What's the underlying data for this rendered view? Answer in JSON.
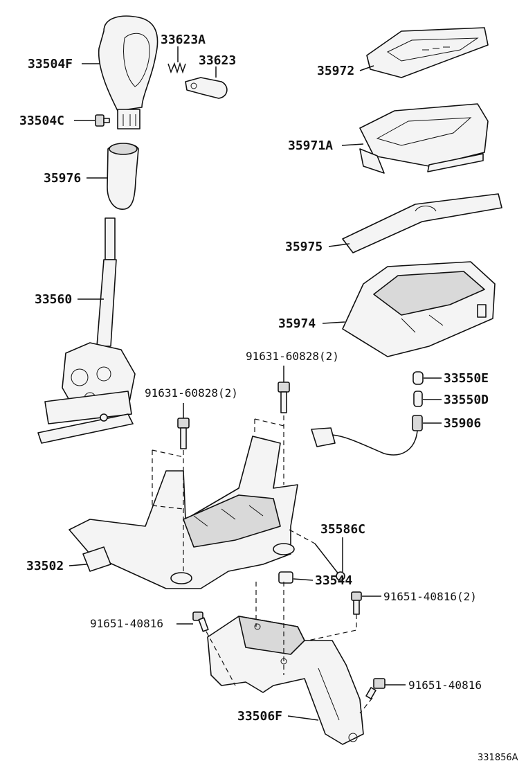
{
  "labels": {
    "l33504F": "33504F",
    "l33623A": "33623A",
    "l33623": "33623",
    "l33504C": "33504C",
    "l35972": "35972",
    "l35971A": "35971A",
    "l35976": "35976",
    "l35975": "35975",
    "l33560": "33560",
    "l35974": "35974",
    "l91631a": "91631-60828(2)",
    "l91631b": "91631-60828(2)",
    "l33550E": "33550E",
    "l33550D": "33550D",
    "l35906": "35906",
    "l35586C": "35586C",
    "l33502": "33502",
    "l33544": "33544",
    "l91651a": "91651-40816(2)",
    "l91651b": "91651-40816",
    "l91651c": "91651-40816",
    "l33506F": "33506F"
  },
  "reference": "331856A"
}
